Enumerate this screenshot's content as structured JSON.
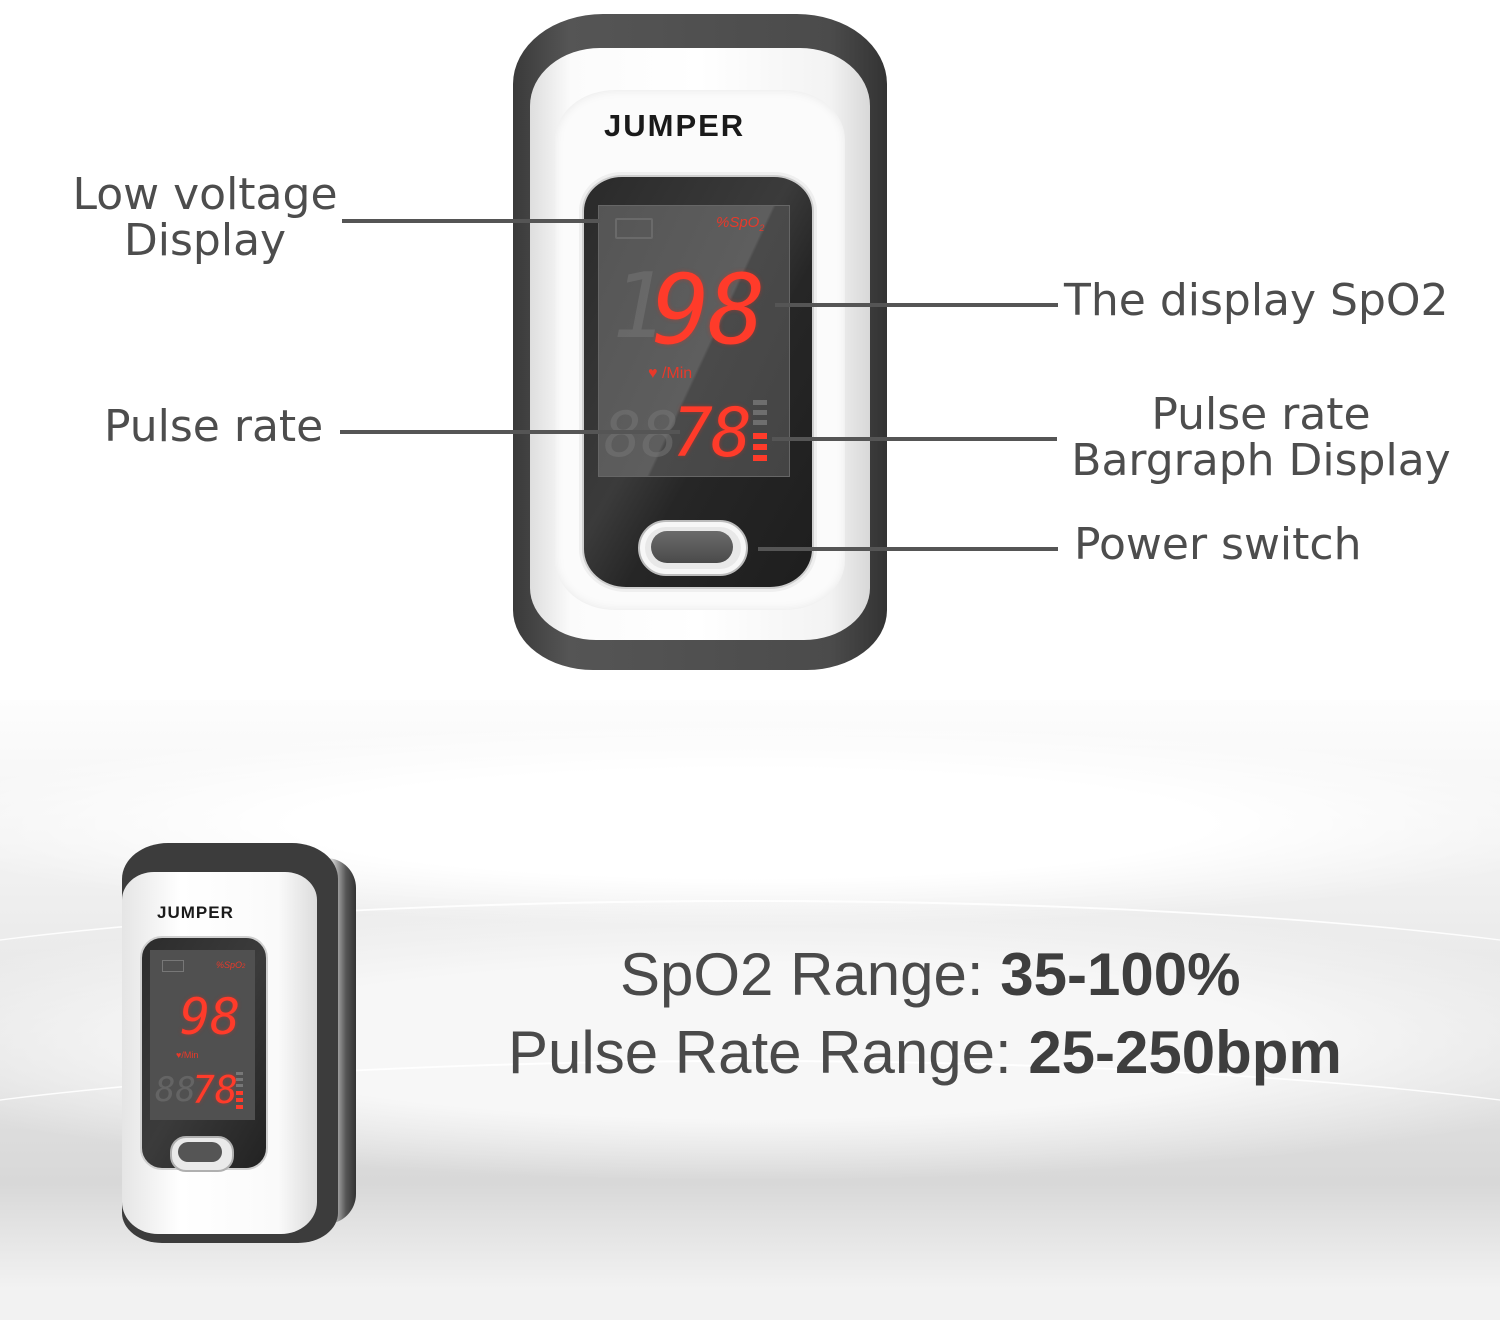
{
  "device": {
    "brand": "JUMPER",
    "screen": {
      "spo2_unit": "%SpO",
      "spo2_unit_sub": "2",
      "spo2_value": "98",
      "spo2_ghost_digit": "1",
      "pulse_unit": "/Min",
      "pulse_value": "78",
      "pulse_ghost_digits": "88",
      "heart_icon": "♥",
      "bargraph_active_bars": 3,
      "bargraph_total_bars": 6
    }
  },
  "callouts": {
    "low_voltage": {
      "line1": "Low voltage",
      "line2": "Display"
    },
    "pulse_rate": "Pulse rate",
    "display_spo2": "The display SpO2",
    "bargraph": {
      "line1": "Pulse rate",
      "line2": "Bargraph Display"
    },
    "power_switch": "Power switch"
  },
  "specs": {
    "spo2_label": "SpO2 Range: ",
    "spo2_value": "35-100%",
    "pulse_label": "Pulse Rate Range: ",
    "pulse_value": "25-250bpm"
  },
  "colors": {
    "led_red": "#ff3b2a",
    "device_gray": "#3c3c3c",
    "text_gray": "#4d4d4d"
  }
}
